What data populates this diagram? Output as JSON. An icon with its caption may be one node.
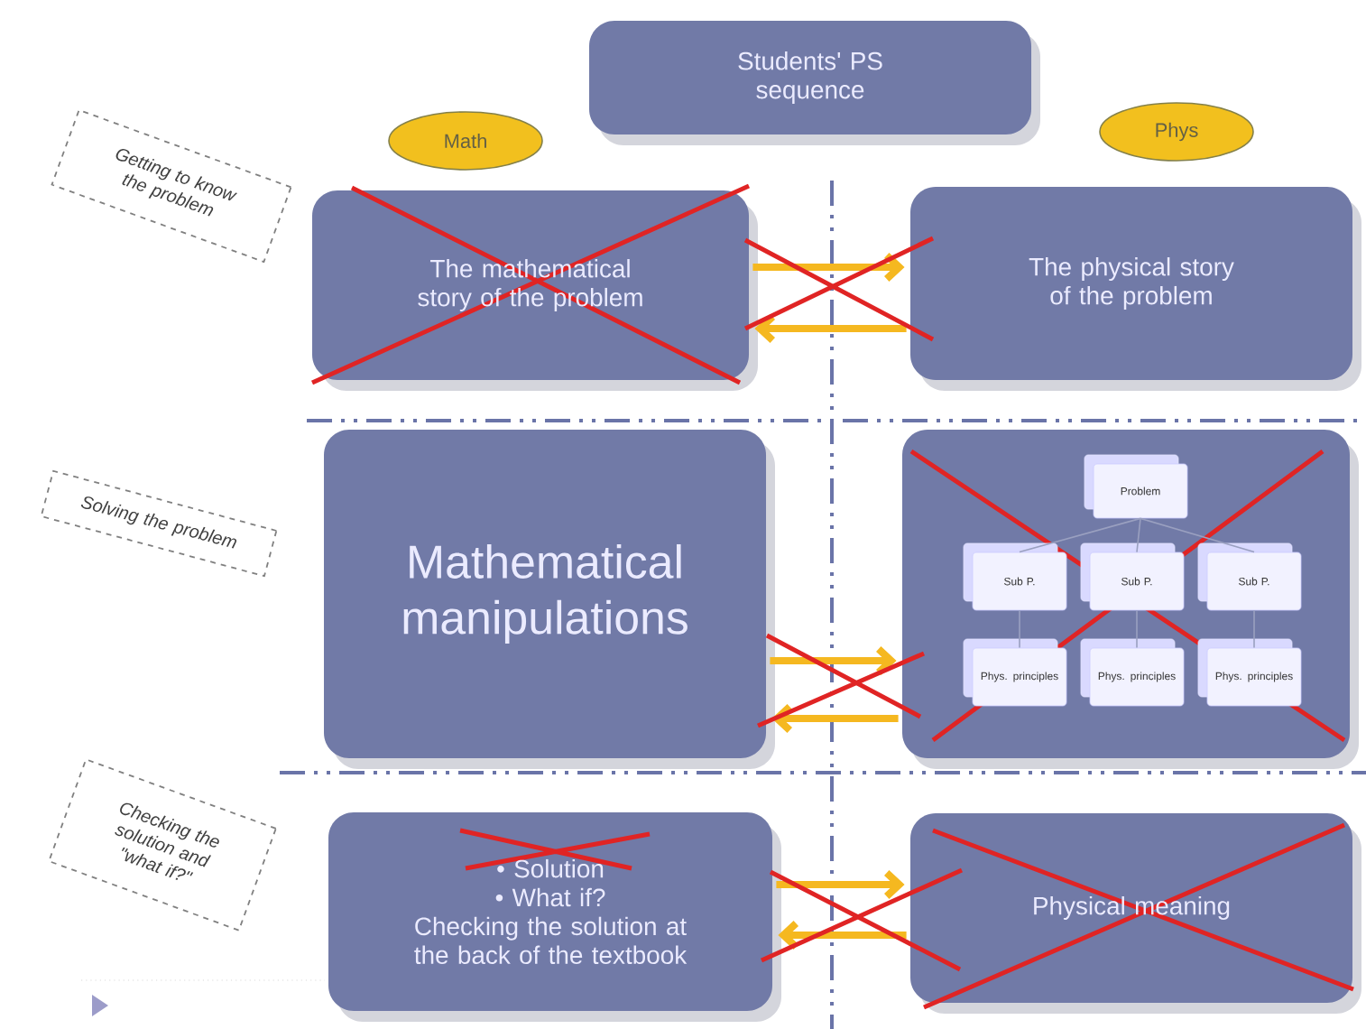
{
  "diagram": {
    "nodes": [
      {
        "text": [
          "Students' PS sequence"
        ]
      },
      {
        "text": [
          "Math"
        ]
      },
      {
        "text": [
          "Phys"
        ]
      },
      {
        "text": [
          "Getting to know the problem"
        ]
      },
      {
        "text": [
          "The mathematical  story of the problem"
        ]
      },
      {
        "text": [
          "The physical story of the problem"
        ]
      },
      {
        "text": [
          "Solving the problem"
        ]
      },
      {
        "text": [
          "Mathematical manipulations"
        ]
      },
      {
        "text": [],
        "shape": "box"
      },
      {
        "text": [
          "Problem"
        ],
        "in": 8
      },
      {
        "text": [
          "Sub P."
        ],
        "in": 8
      },
      {
        "text": [
          "Sub P."
        ],
        "in": 8
      },
      {
        "text": [
          "Sub P."
        ],
        "in": 8
      },
      {
        "text": [
          "Phys. principles"
        ],
        "in": 8
      },
      {
        "text": [
          "Phys. principles"
        ],
        "in": 8
      },
      {
        "text": [
          "Phys. principles"
        ],
        "in": 8
      },
      {
        "text": [
          "Checking the solution and \"what if?\""
        ]
      },
      {
        "text": [
          "• Solution",
          "• What if?",
          "Checking the solution at the back of the textbook"
        ]
      },
      {
        "text": [
          "Physical meaning"
        ]
      }
    ],
    "edges": [
      {
        "from": 4,
        "to": 5,
        "arrow": "to",
        "style": "thick",
        "color": "#f5b820"
      },
      {
        "from": 5,
        "to": 4,
        "arrow": "to",
        "style": "thick",
        "color": "#f5b820"
      },
      {
        "from": 7,
        "to": 8,
        "arrow": "to",
        "style": "thick",
        "color": "#f5b820"
      },
      {
        "from": 8,
        "to": 7,
        "arrow": "to",
        "style": "thick",
        "color": "#f5b820"
      },
      {
        "from": 17,
        "to": 18,
        "arrow": "to",
        "style": "thick",
        "color": "#f5b820"
      },
      {
        "from": 18,
        "to": 17,
        "arrow": "to",
        "style": "thick",
        "color": "#f5b820"
      },
      {
        "from": 9,
        "to": 10,
        "arrow": "none",
        "color": "#9aa0c0"
      },
      {
        "from": 9,
        "to": 11,
        "arrow": "none",
        "color": "#9aa0c0"
      },
      {
        "from": 9,
        "to": 12,
        "arrow": "none",
        "color": "#9aa0c0"
      },
      {
        "from": 10,
        "to": 13,
        "arrow": "none",
        "color": "#9aa0c0"
      },
      {
        "from": 11,
        "to": 14,
        "arrow": "none",
        "color": "#9aa0c0"
      },
      {
        "from": 12,
        "to": 15,
        "arrow": "none",
        "color": "#9aa0c0"
      }
    ]
  }
}
